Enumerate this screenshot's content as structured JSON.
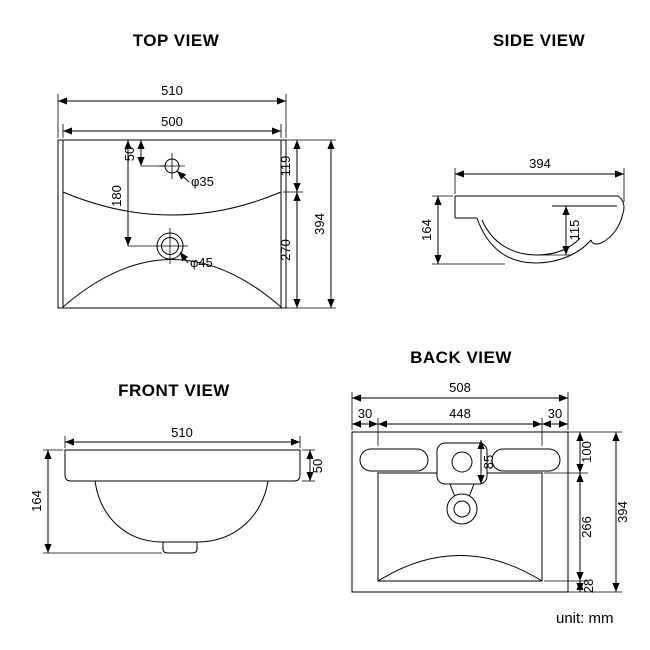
{
  "unit_note": "unit: mm",
  "views": {
    "top": {
      "title": "TOP VIEW",
      "dims": {
        "outer_width": "510",
        "inner_width": "500",
        "faucet_offset": "50",
        "drain_offset": "180",
        "faucet_hole_dia": "φ35",
        "drain_hole_dia": "φ45",
        "back_depth": "119",
        "bowl_depth": "270",
        "total_depth": "394"
      }
    },
    "side": {
      "title": "SIDE VIEW",
      "dims": {
        "total_depth": "394",
        "total_height": "164",
        "bowl_inner_depth": "115"
      }
    },
    "front": {
      "title": "FRONT VIEW",
      "dims": {
        "width": "510",
        "apron_height": "50",
        "total_height": "164"
      }
    },
    "back": {
      "title": "BACK VIEW",
      "dims": {
        "outer_width": "508",
        "left_margin": "30",
        "inner_width": "448",
        "right_margin": "30",
        "faucet_height": "85",
        "top_height": "100",
        "middle_height": "266",
        "bottom_height": "28",
        "total_height": "394"
      }
    }
  }
}
